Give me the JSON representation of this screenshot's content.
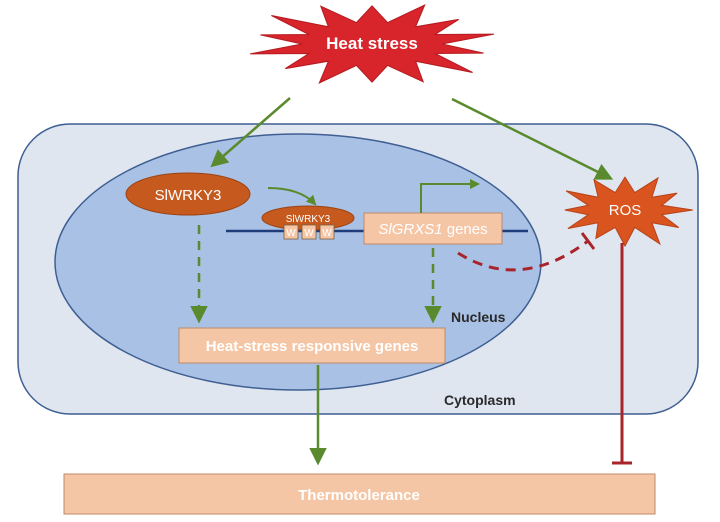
{
  "stimulus": {
    "label": "Heat stress",
    "color": "#d8242b"
  },
  "compartments": {
    "cytoplasm_label": "Cytoplasm",
    "nucleus_label": "Nucleus"
  },
  "protein": {
    "label": "SlWRKY3",
    "color": "#c65a1e"
  },
  "bound_protein": {
    "label": "SlWRKY3",
    "box_labels": [
      "W",
      "W",
      "W"
    ]
  },
  "target_gene": {
    "italic": "SlGRXS1",
    "suffix": " genes"
  },
  "responsive_genes": {
    "label": "Heat-stress responsive genes"
  },
  "ros": {
    "label": "ROS",
    "color": "#d9541e"
  },
  "outcome": {
    "label": "Thermotolerance"
  },
  "colors": {
    "activation_arrow": "#5a8a2e",
    "inhibition": "#a8242a",
    "box_fill": "#f5c6a5",
    "nucleus_fill": "#a9c1e4",
    "cytoplasm_fill": "#dfe6f0"
  }
}
